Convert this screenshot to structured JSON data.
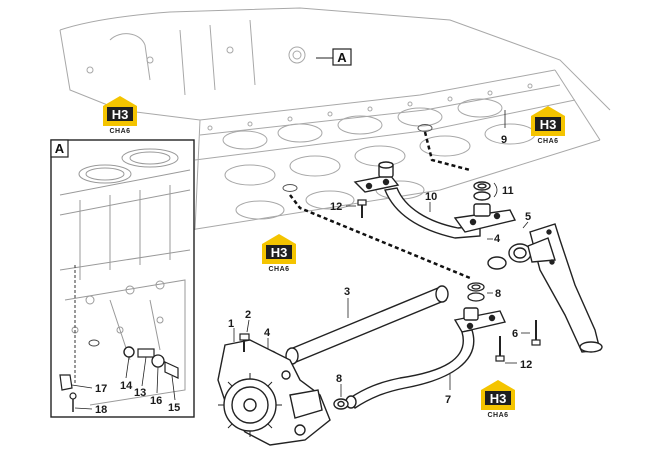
{
  "detail_label": "A",
  "callouts": {
    "c1": "1",
    "c2": "2",
    "c3": "3",
    "c4a": "4",
    "c4b": "4",
    "c5": "5",
    "c6": "6",
    "c7": "7",
    "c8a": "8",
    "c8b": "8",
    "c9": "9",
    "c10": "10",
    "c11": "11",
    "c12a": "12",
    "c12b": "12",
    "c13": "13",
    "c14": "14",
    "c15": "15",
    "c16": "16",
    "c17": "17",
    "c18": "18"
  },
  "watermark": {
    "top": "H3",
    "bottom": "CHA6",
    "colors": {
      "yellow": "#f4c400",
      "dark": "#1f1f1f"
    }
  },
  "colors": {
    "line": "#2b2b2b",
    "faint": "#9a9a9a",
    "paper": "#ffffff"
  }
}
